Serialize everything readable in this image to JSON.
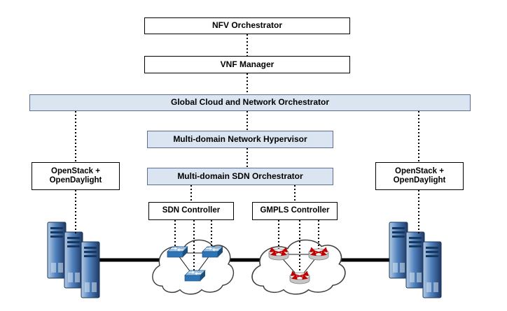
{
  "diagram": {
    "nfv_orchestrator": "NFV Orchestrator",
    "vnf_manager": "VNF Manager",
    "global_orchestrator": "Global Cloud and Network Orchestrator",
    "network_hypervisor": "Multi-domain Network Hypervisor",
    "sdn_orchestrator": "Multi-domain SDN Orchestrator",
    "sdn_controller": "SDN Controller",
    "gmpls_controller": "GMPLS Controller",
    "openstack_left": {
      "line1": "OpenStack +",
      "line2": "OpenDaylight"
    },
    "openstack_right": {
      "line1": "OpenStack +",
      "line2": "OpenDaylight"
    }
  },
  "icons": {
    "server_rack": "server-rack-icon",
    "cloud": "cloud-icon",
    "switch": "network-switch-icon",
    "router": "gmpls-router-icon"
  },
  "colors": {
    "box_fill": "#ffffff",
    "highlight_fill": "#dbe5f1",
    "border": "#000000",
    "connector": "#000000",
    "switch_blue": "#2e75b6",
    "router_red": "#c00000",
    "server_blue": "#4f81bd"
  }
}
